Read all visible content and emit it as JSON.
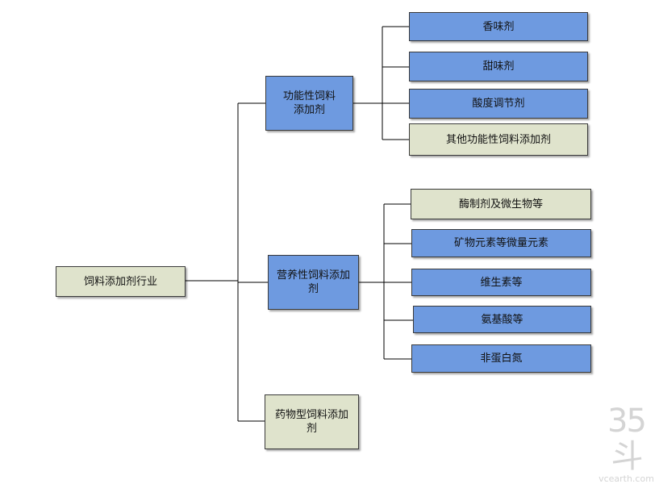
{
  "root": {
    "label": "饲料添加剂行业"
  },
  "categories": [
    {
      "label": "功能性饲料添加剂",
      "children": [
        "香味剂",
        "甜味剂",
        "酸度调节剂",
        "其他功能性饲料添加剂"
      ]
    },
    {
      "label": "营养性饲料添加剂",
      "children": [
        "酶制剂及微生物等",
        "矿物元素等微量元素",
        "维生素等",
        "氨基酸等",
        "非蛋白氮"
      ]
    },
    {
      "label": "药物型饲料添加剂",
      "children": []
    }
  ],
  "watermark": {
    "logo": "35斗",
    "site": "vcearth.com"
  },
  "colors": {
    "blue": "#6e9ae0",
    "beige": "#dfe3cc",
    "line": "#000000"
  }
}
